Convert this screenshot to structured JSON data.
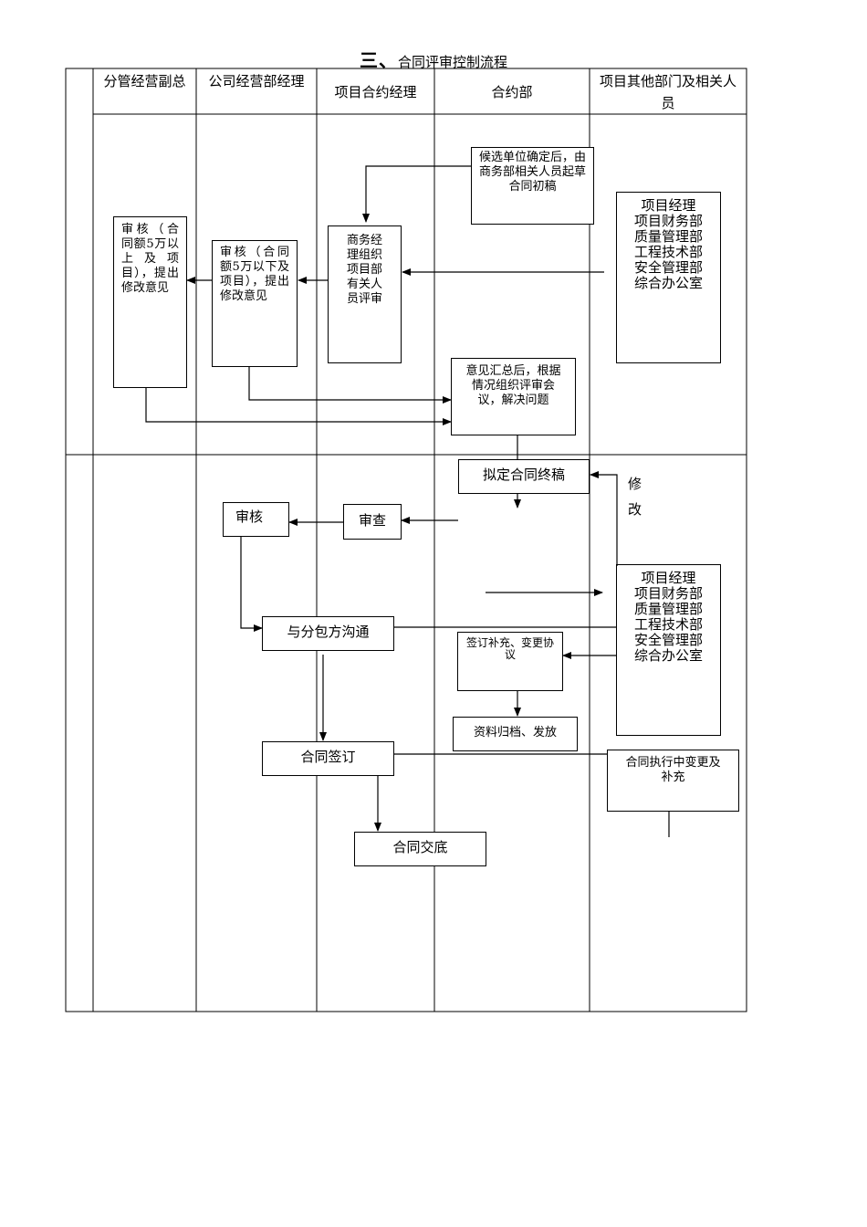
{
  "title": {
    "big": "三、",
    "small": "合同评审控制流程"
  },
  "columns": [
    "分管经营副总",
    "公司经营部经理",
    "项目合约经理",
    "合约部",
    "项目其他部门及相关人员"
  ],
  "nodes": {
    "draft": "候选单位确定后，由商务部相关人员起草合同初稿",
    "depts_top": "项目经理\n项目财务部\n质量管理部\n工程技术部\n安全管理部\n综合办公室",
    "biz_review": "商务经理组织项目部有关人员评审",
    "mgr_review": "审核（合同额5万以下及项目），提出修改意见",
    "vp_review": "审核（合同额5万以上及项目），提出修改意见",
    "summary": "意见汇总后，根据情况组织评审会议，解决问题",
    "final_draft": "拟定合同终稿",
    "modify_note": "修\n改",
    "audit": "审核",
    "inspect": "审查",
    "depts_bottom": "项目经理\n项目财务部\n质量管理部\n工程技术部\n安全管理部\n综合办公室",
    "communicate": "与分包方沟通",
    "supplement": "签订补充、变更协议",
    "archive": "资料归档、发放",
    "sign": "合同签订",
    "exec_change": "合同执行中变更及补充",
    "handover": "合同交底"
  }
}
